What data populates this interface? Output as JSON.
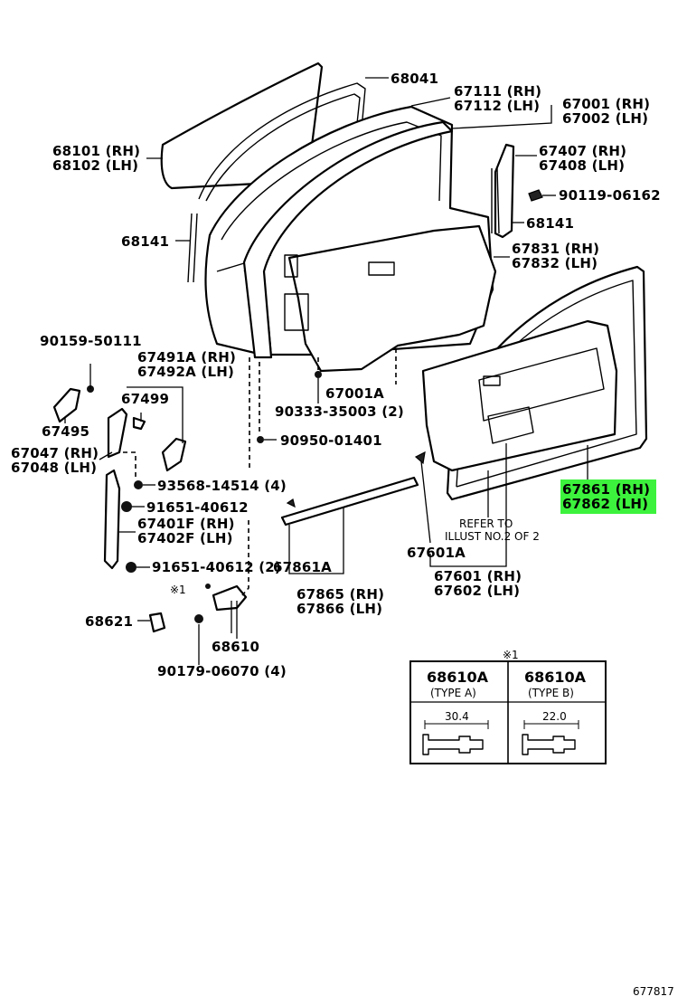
{
  "callouts": {
    "c68041": "68041",
    "c67111": "67111 (RH)",
    "c67112": "67112 (LH)",
    "c67001": "67001 (RH)",
    "c67002": "67002 (LH)",
    "c68101": "68101 (RH)",
    "c68102": "68102 (LH)",
    "c67407": "67407 (RH)",
    "c67408": "67408 (LH)",
    "c90119": "90119-06162",
    "c68141a": "68141",
    "c68141b": "68141",
    "c67831": "67831 (RH)",
    "c67832": "67832 (LH)",
    "c90159": "90159-50111",
    "c67491": "67491A (RH)",
    "c67492": "67492A (LH)",
    "c67499": "67499",
    "c67001a": "67001A",
    "c90333": "90333-35003 (2)",
    "c67495": "67495",
    "c90950": "90950-01401",
    "c67047": "67047 (RH)",
    "c67048": "67048 (LH)",
    "c93568": "93568-14514 (4)",
    "c67861": "67861 (RH)",
    "c67862": "67862 (LH)",
    "c91651a": "91651-40612",
    "c67401": "67401F (RH)",
    "c67402": "67402F (LH)",
    "refer1": "REFER TO",
    "refer2": "ILLUST NO.2 OF 2",
    "c67601a": "67601A",
    "c91651b": "91651-40612 (2)",
    "c67861a": "67861A",
    "c67601": "67601 (RH)",
    "c67602": "67602 (LH)",
    "star1": "※1",
    "c67865": "67865 (RH)",
    "c67866": "67866 (LH)",
    "c68621": "68621",
    "c68610": "68610",
    "c90179": "90179-06070 (4)"
  },
  "table": {
    "marker": "※1",
    "col_a_part": "68610A",
    "col_a_type": "(TYPE A)",
    "col_a_dim": "30.4",
    "col_b_part": "68610A",
    "col_b_type": "(TYPE B)",
    "col_b_dim": "22.0"
  },
  "illustration_number": "677817",
  "colors": {
    "highlight": "#3df23d",
    "ink": "#000000",
    "paper": "#ffffff"
  }
}
